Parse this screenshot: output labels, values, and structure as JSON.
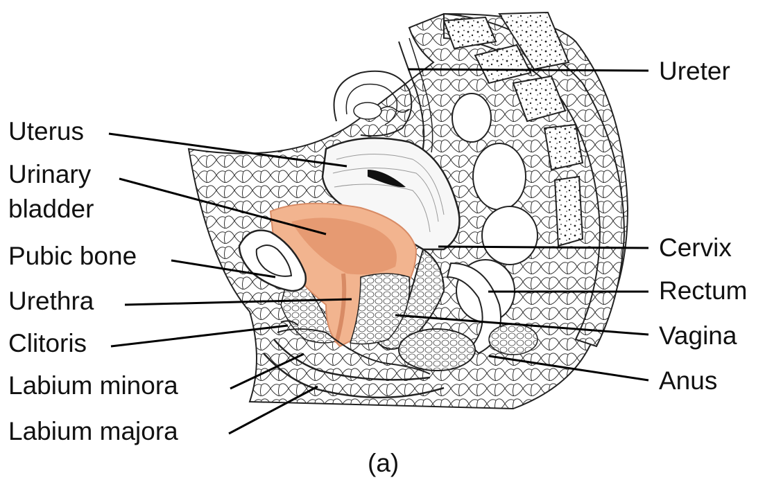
{
  "labels": {
    "ureter": "Ureter",
    "uterus": "Uterus",
    "urinary_bladder_line1": "Urinary",
    "urinary_bladder_line2": "bladder",
    "pubic_bone": "Pubic bone",
    "urethra": "Urethra",
    "clitoris": "Clitoris",
    "labium_minora": "Labium minora",
    "labium_majora": "Labium majora",
    "cervix": "Cervix",
    "rectum": "Rectum",
    "vagina": "Vagina",
    "anus": "Anus"
  },
  "caption": "(a)",
  "colors": {
    "bladder_fill": "#f2b48f",
    "bladder_inner": "#e69a72",
    "outline": "#222222",
    "leader_line": "#000000"
  }
}
